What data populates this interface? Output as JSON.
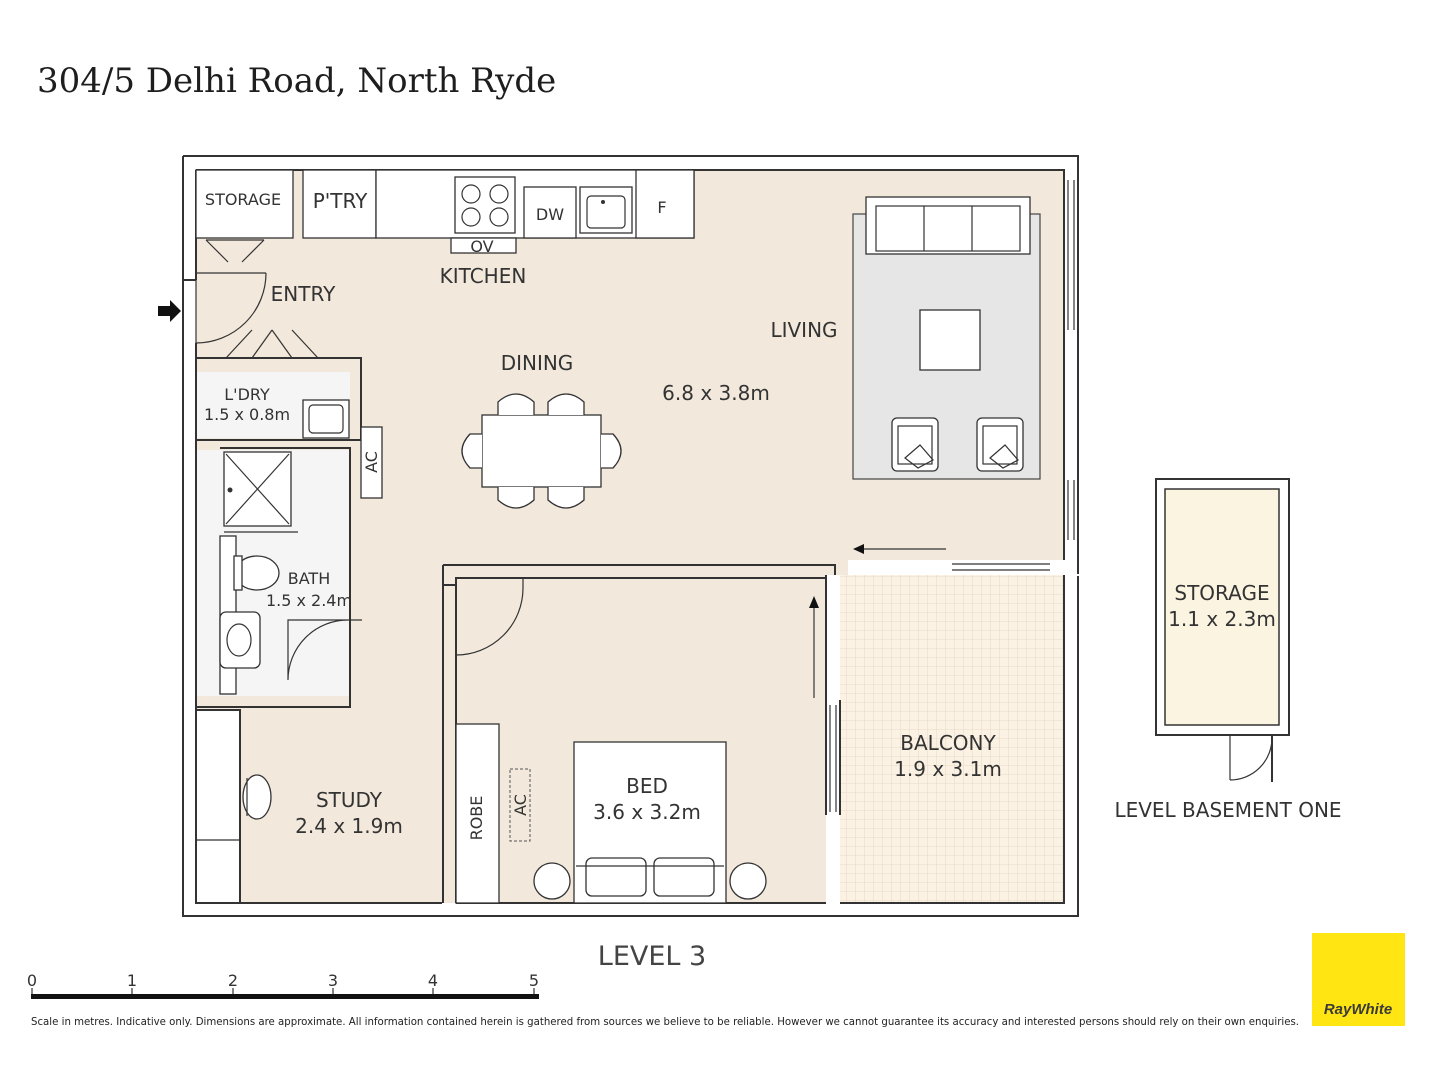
{
  "title": "304/5 Delhi Road, North Ryde",
  "rooms": {
    "storage_top": "STORAGE",
    "pantry": "P'TRY",
    "dw": "DW",
    "fridge": "F",
    "oven": "OV",
    "kitchen": "KITCHEN",
    "entry": "ENTRY",
    "living": "LIVING",
    "dining": "DINING",
    "living_dim": "6.8 x 3.8m",
    "laundry": "L'DRY",
    "laundry_dim": "1.5 x 0.8m",
    "ac": "AC",
    "bath": "BATH",
    "bath_dim": "1.5 x 2.4m",
    "study": "STUDY",
    "study_dim": "2.4 x 1.9m",
    "robe": "ROBE",
    "bed": "BED",
    "bed_dim": "3.6 x 3.2m",
    "balcony": "BALCONY",
    "balcony_dim": "1.9 x 3.1m",
    "storage_basement": "STORAGE",
    "storage_basement_dim": "1.1 x 2.3m"
  },
  "levels": {
    "main": "LEVEL 3",
    "basement": "LEVEL BASEMENT ONE"
  },
  "scale": {
    "ticks": [
      "0",
      "1",
      "2",
      "3",
      "4",
      "5"
    ]
  },
  "disclaimer": "Scale in metres. Indicative only. Dimensions are approximate. All information contained herein is gathered from sources we believe to be reliable. However we cannot guarantee its accuracy and interested persons should rely on their own enquiries.",
  "logo": {
    "text": "RayWhite",
    "color": "#ffe512"
  },
  "colors": {
    "floor": "#f2e8dc",
    "rug": "#e6e6e6",
    "wetarea": "#f6f6f6",
    "balcony": "#fbf2e4",
    "storage": "#fbf4e1"
  }
}
